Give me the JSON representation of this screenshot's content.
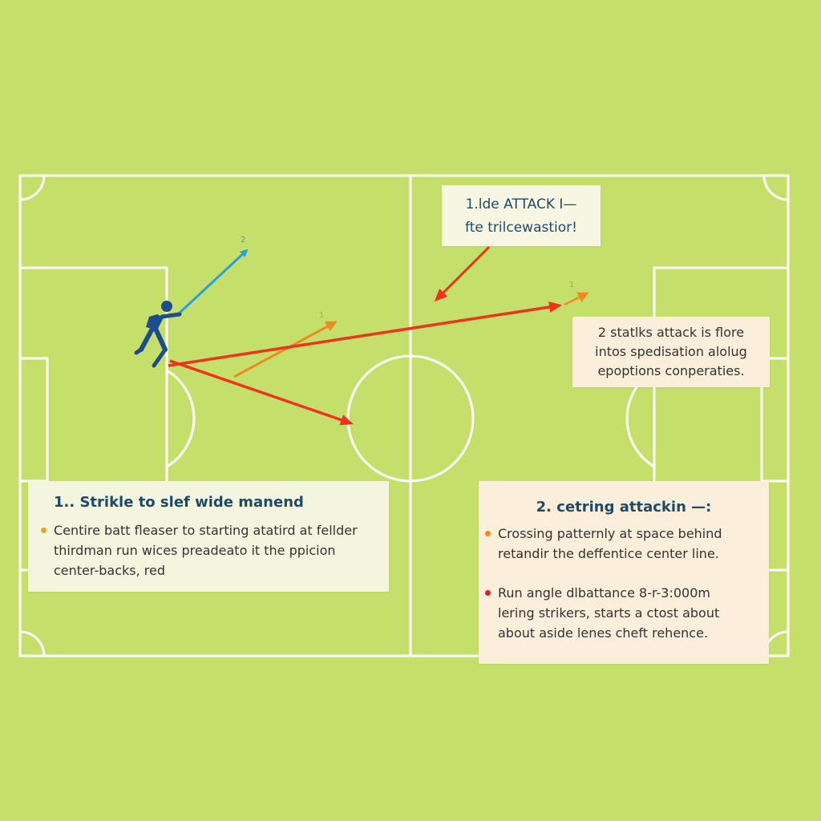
{
  "colors": {
    "background": "#c5e06a",
    "pitch_lines": "#ffffff",
    "arrow_blue": "#2a9fe0",
    "arrow_red": "#f0321e",
    "arrow_orange": "#f08a1e",
    "player": "#1d4d8a",
    "title_text": "#1f4a66"
  },
  "icons": {
    "player": "running-player-icon"
  },
  "title_box": {
    "line1": "1.lde ATTACK I—",
    "line2": "fte trilcewastior!"
  },
  "arrow_labels": {
    "blue": "2",
    "orange_mid": "1",
    "orange_right": "1"
  },
  "note_box": {
    "line1": "2 statlks attack is flore",
    "line2": "intos spedisation alolug",
    "line3": "epoptions conperaties."
  },
  "panel_left": {
    "title": "1.. Strikle to slef wide manend",
    "bullet_line1": "Centire batt fleaser to starting atatird at fellder",
    "line2": "thirdman run wices preadeato it the ppicion",
    "line3": "center-backs, red"
  },
  "panel_right": {
    "title": "2. cetring attackin —:",
    "bullet1_line1": "Crossing patternly at space behind",
    "bullet1_line2": "retandir the deffentice center line.",
    "bullet2_line1": "Run angle dlbattance 8-r-3:000m",
    "bullet2_line2": "lering strikers, starts a ctost about",
    "bullet2_line3": "about aside lenes cheft rehence."
  }
}
